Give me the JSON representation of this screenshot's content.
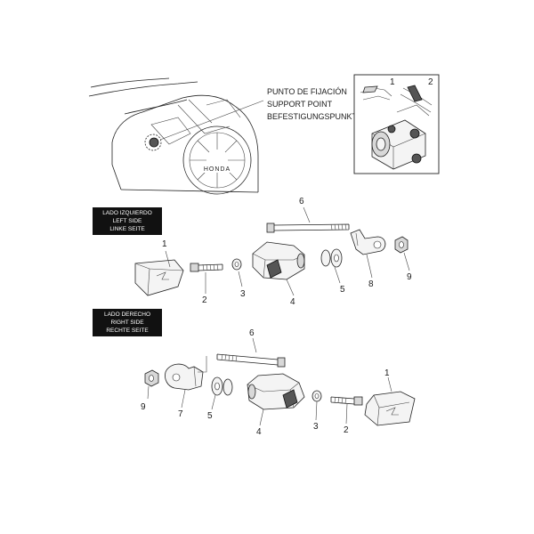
{
  "support_point": {
    "line1": "PUNTO DE FIJACIÓN",
    "line2": "SUPPORT POINT",
    "line3": "BEFESTIGUNGSPUNKT"
  },
  "engine_badge": "HONDA",
  "inset_steps": [
    "1",
    "2"
  ],
  "left_side": {
    "title": [
      "LADO IZQUIERDO",
      "LEFT SIDE",
      "LINKE SEITE"
    ],
    "callouts": [
      "1",
      "2",
      "3",
      "4",
      "5",
      "6",
      "8",
      "9"
    ]
  },
  "right_side": {
    "title": [
      "LADO DERECHO",
      "RIGHT SIDE",
      "RECHTE SEITE"
    ],
    "callouts": [
      "9",
      "7",
      "5",
      "6",
      "4",
      "3",
      "2",
      "1"
    ]
  }
}
